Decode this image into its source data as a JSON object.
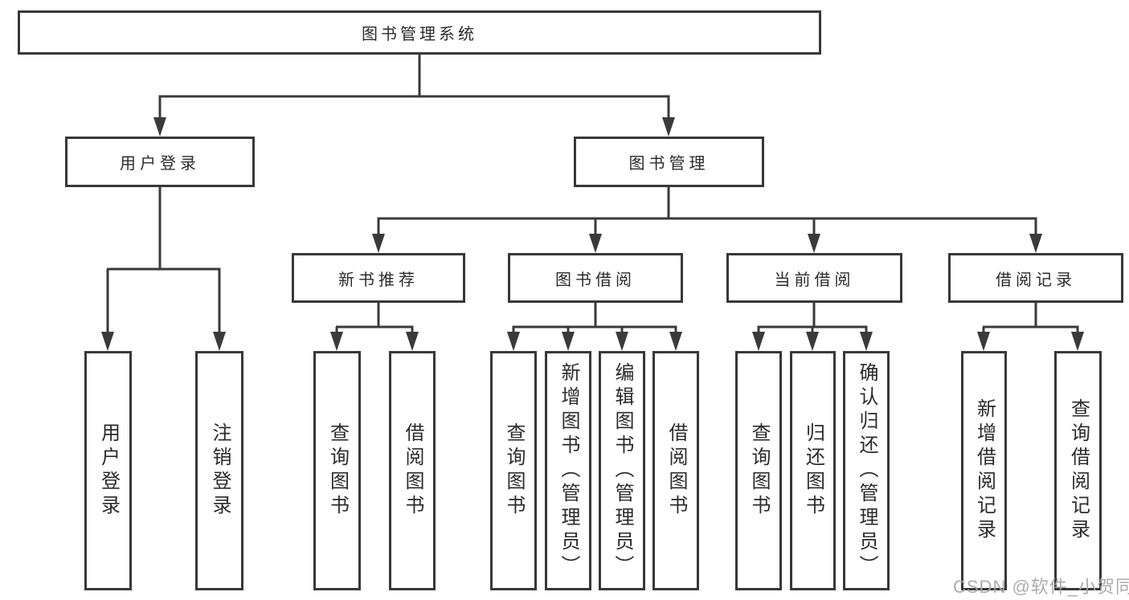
{
  "diagram": {
    "title": "图书管理系统",
    "branches": [
      {
        "label": "用户登录",
        "leaves": [
          {
            "label": "用户登录"
          },
          {
            "label": "注销登录"
          }
        ]
      },
      {
        "label": "图书管理",
        "groups": [
          {
            "label": "新书推荐",
            "leaves": [
              {
                "label": "查询图书"
              },
              {
                "label": "借阅图书"
              }
            ]
          },
          {
            "label": "图书借阅",
            "leaves": [
              {
                "label": "查询图书"
              },
              {
                "label": "新增图书（管理员）"
              },
              {
                "label": "编辑图书（管理员）"
              },
              {
                "label": "借阅图书"
              }
            ]
          },
          {
            "label": "当前借阅",
            "leaves": [
              {
                "label": "查询图书"
              },
              {
                "label": "归还图书"
              },
              {
                "label": "确认归还（管理员）"
              }
            ]
          },
          {
            "label": "借阅记录",
            "leaves": [
              {
                "label": "新增借阅记录"
              },
              {
                "label": "查询借阅记录"
              }
            ]
          }
        ]
      }
    ]
  },
  "watermark": {
    "text": "CSDN @软件_小贺同学"
  },
  "colors": {
    "line": "#3a3a3a",
    "border": "#383838",
    "text": "#2b2b2b",
    "watermark": "#a8a8a8",
    "background": "#ffffff"
  }
}
